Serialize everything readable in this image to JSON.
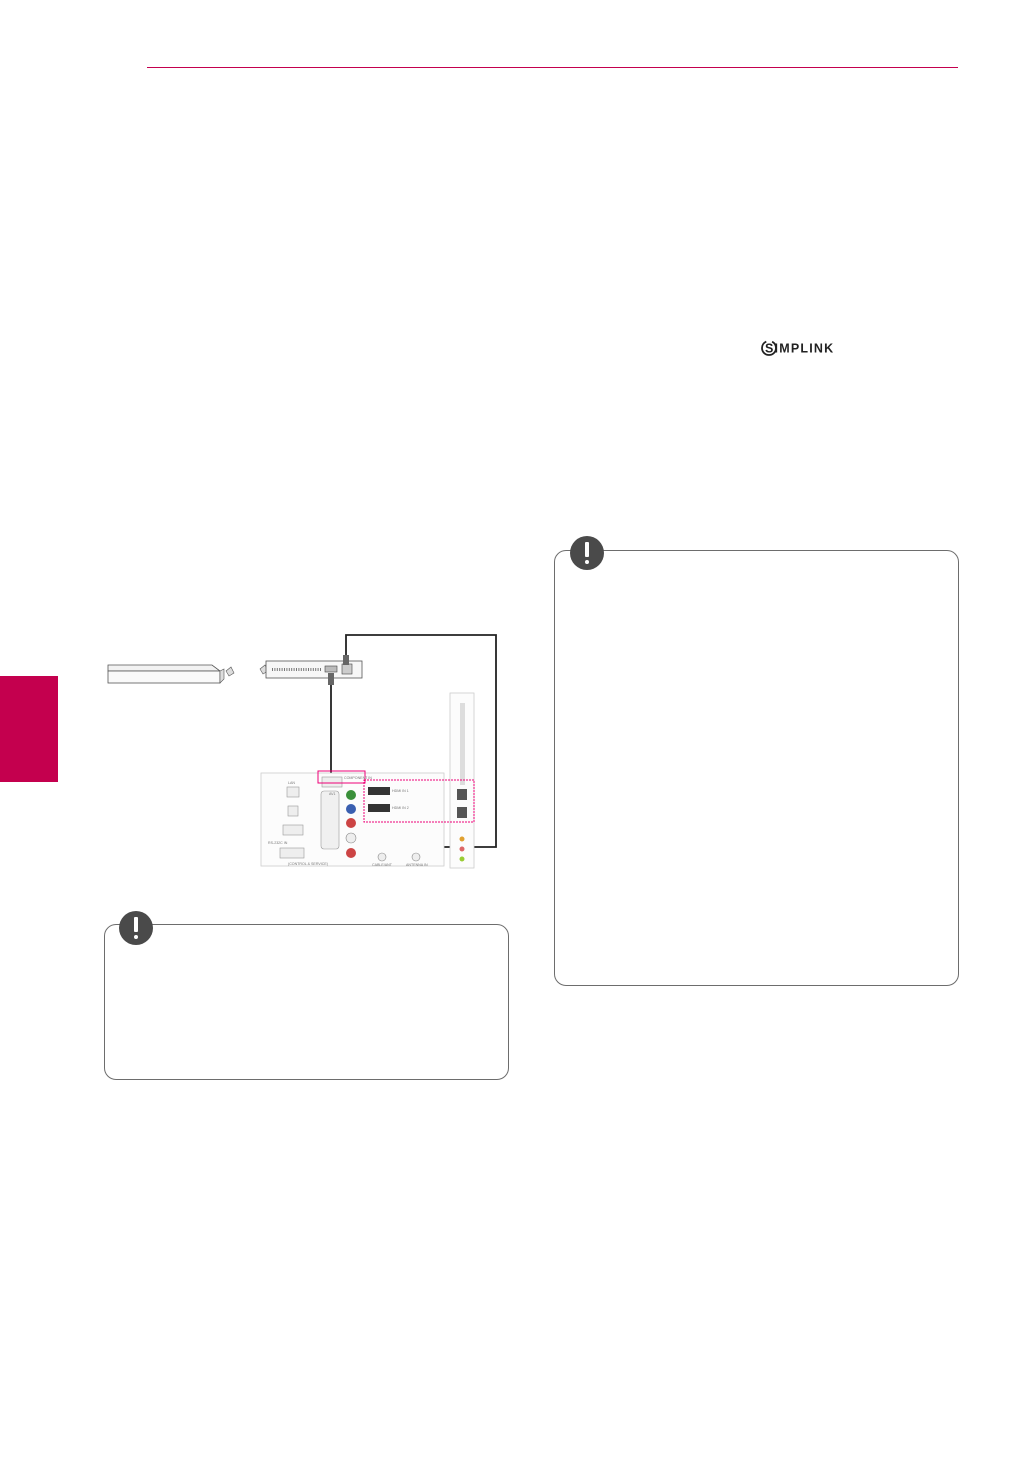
{
  "page": {
    "accent_color": "#c4004e",
    "header_rule": true,
    "side_tab": true
  },
  "simplink_logo": {
    "text": "SIMPLINK",
    "icon": "simplink-icon"
  },
  "diagram": {
    "icon": "hdmi-connection-diagram",
    "port_labels": {
      "lan": "LAN",
      "av": "AV1",
      "component": "COMPONENT IN",
      "hdmi1": "HDMI IN 1",
      "hdmi2": "HDMI IN 2",
      "rs232c": "RS-232C IN",
      "cable": "CABLE/ANT",
      "antenna": "ANTENNA IN",
      "cable_line": "(CONTROL & SERVICE)"
    }
  },
  "notes": [
    {
      "id": "note-left",
      "icon": "exclamation-icon"
    },
    {
      "id": "note-right",
      "icon": "exclamation-icon"
    }
  ]
}
